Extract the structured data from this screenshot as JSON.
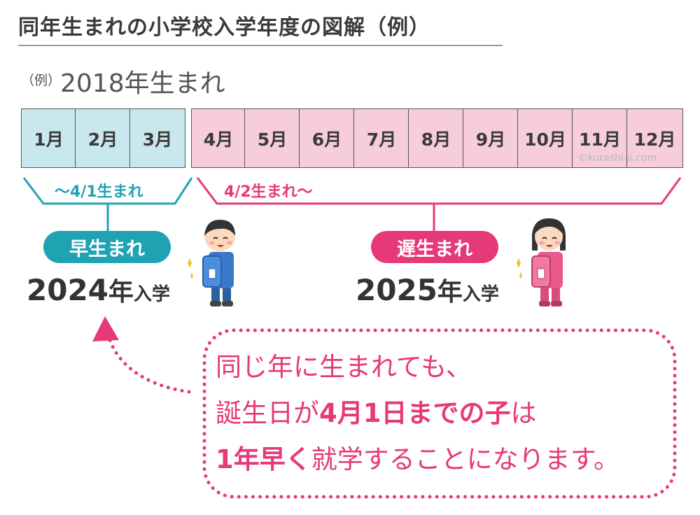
{
  "title": "同年生まれの小学校入学年度の図解（例）",
  "example": {
    "tag": "（例）",
    "year_label": "2018年生まれ"
  },
  "months": [
    "1月",
    "2月",
    "3月",
    "4月",
    "5月",
    "6月",
    "7月",
    "8月",
    "9月",
    "10月",
    "11月",
    "12月"
  ],
  "watermark": "©kurashi-ii.com",
  "early": {
    "range_label": "〜4/1生まれ",
    "badge": "早生まれ",
    "year": "2024",
    "nen": "年",
    "enter": "入学"
  },
  "late": {
    "range_label": "4/2生まれ〜",
    "badge": "遅生まれ",
    "year": "2025",
    "nen": "年",
    "enter": "入学"
  },
  "note": {
    "line1": "同じ年に生まれても、",
    "line2_a": "誕生日が",
    "line2_b": "4月1日までの子",
    "line2_c": "は",
    "line3_a": "1年早く",
    "line3_b": "就学することになります。"
  },
  "colors": {
    "teal": "#1fa3b3",
    "pink": "#e6397a",
    "early_fill": "#c9e7ee",
    "late_fill": "#f6cdd8"
  }
}
